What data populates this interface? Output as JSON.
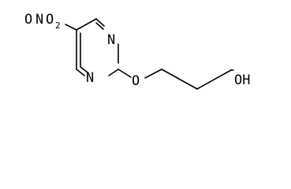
{
  "molecule": {
    "labels": {
      "nitro_o1": "O",
      "nitro_n": "N",
      "nitro_o2": "O",
      "nitro_o2_subscript": "2",
      "ring_n_top": "N",
      "ring_n_bottom": "N",
      "ether_o": "O",
      "hydroxyl": "OH"
    }
  }
}
